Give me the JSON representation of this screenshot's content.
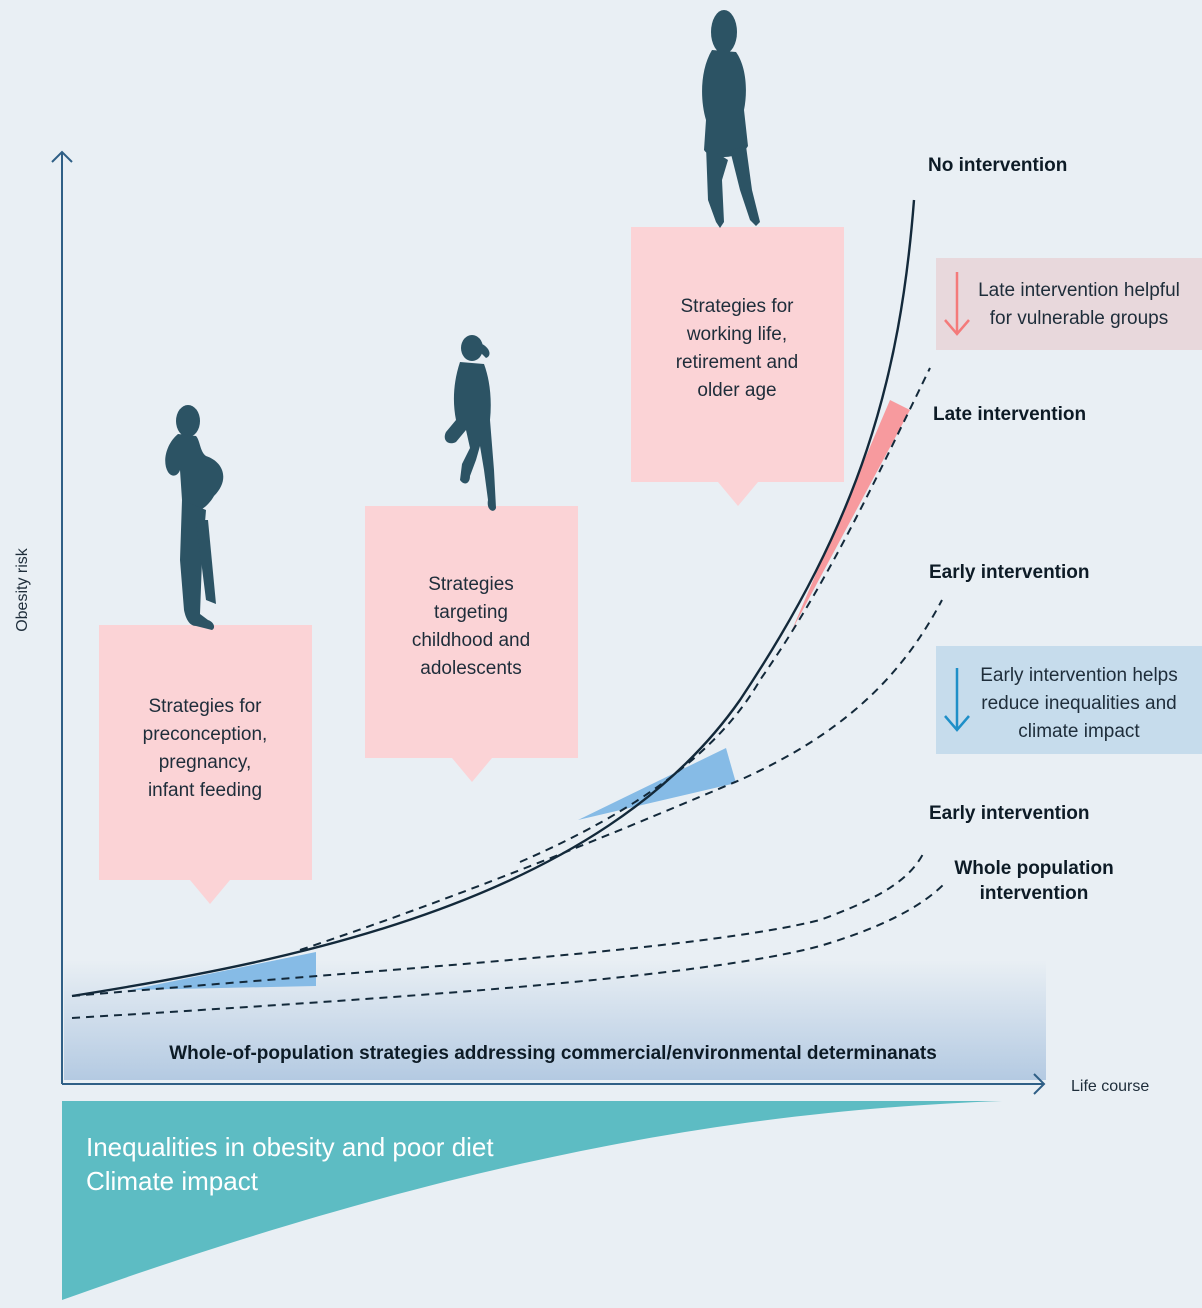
{
  "axes": {
    "y_label": "Obesity risk",
    "x_label": "Life course"
  },
  "boxes": [
    {
      "lines": [
        "Strategies for",
        "preconception,",
        "pregnancy,",
        "infant feeding"
      ]
    },
    {
      "lines": [
        "Strategies",
        "targeting",
        "childhood and",
        "adolescents"
      ]
    },
    {
      "lines": [
        "Strategies for",
        "working life,",
        "retirement and",
        "older age"
      ]
    }
  ],
  "curve_labels": {
    "no_intervention": "No intervention",
    "late_intervention": "Late intervention",
    "early_intervention_1": "Early intervention",
    "early_intervention_2": "Early intervention",
    "whole_population": [
      "Whole population",
      "intervention"
    ]
  },
  "notes": {
    "late": {
      "lines": [
        "Late intervention helpful",
        "for vulnerable groups"
      ],
      "color": "#f47a7a",
      "bg": "#e8d8dc"
    },
    "early": {
      "lines": [
        "Early intervention helps",
        "reduce inequalities and",
        "climate impact"
      ],
      "color": "#1e8fc8",
      "bg": "#c6dcec"
    }
  },
  "band_text": "Whole-of-population strategies addressing commercial/environmental determinanats",
  "wedge": {
    "lines": [
      "Inequalities in obesity and poor diet",
      "Climate impact"
    ],
    "color": "#5dbcc3"
  },
  "colors": {
    "background": "#e9eff4",
    "axis": "#2f5f86",
    "curve": "#13293a",
    "box": "#fbd3d6",
    "silhouette": "#2c5364",
    "blue_wedge": "#86bbe6",
    "red_wedge": "#f79a9e"
  }
}
